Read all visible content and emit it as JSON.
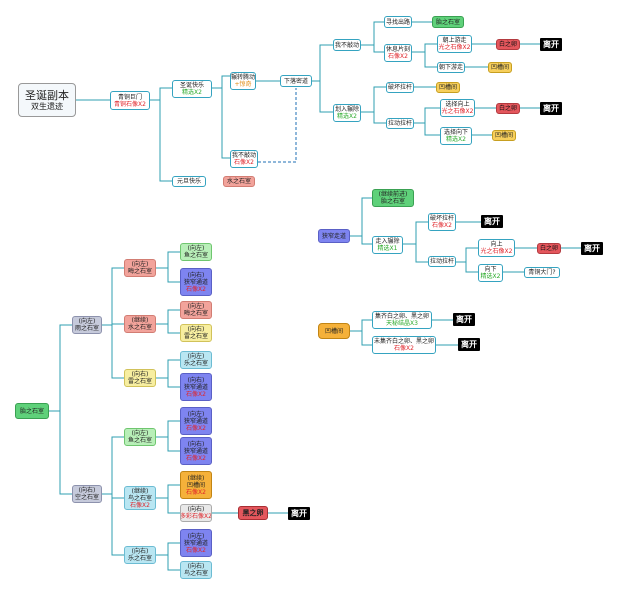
{
  "root": {
    "title": "圣诞副本",
    "subtitle": "双生遗迹"
  },
  "exit_label": "离开",
  "top": {
    "qingtong": [
      "青铜巨门",
      "青铜石像X2"
    ],
    "shengdan": [
      "圣诞快乐",
      "精选X2"
    ],
    "yuandan": "元旦快乐",
    "shui": "水之石室",
    "zhuanyi": [
      "辗转腾动",
      "+惊奇"
    ],
    "wobuaodong_low": [
      "我不敲动",
      "石像X2"
    ],
    "xialuomi": "下落密道",
    "wobuaodong": "我不敲动",
    "xunzhao": "寻找出路",
    "tai": "胎之石室",
    "xiuxi": [
      "休息片刻",
      "石像X2"
    ],
    "chaoshang": [
      "朝上游走",
      "光之石像X2"
    ],
    "chaoxia": "朝下游走",
    "baizhiluan": "白之卵",
    "aocao": "凹槽间",
    "huaru": [
      "划入辗除",
      "精选X2"
    ],
    "pohuai": "破坏拉杆",
    "ladong": "拉动拉杆",
    "xuanze_up": [
      "选择向上",
      "光之石像X2"
    ],
    "xuanze_down": [
      "选择向下",
      "精选X2"
    ]
  },
  "mid": {
    "xiazhai": "狭窄走道",
    "jixu": [
      "(继续前进)",
      "胎之石室"
    ],
    "jinru": [
      "走入辗除",
      "精选X1"
    ],
    "pohuai": [
      "破坏拉杆",
      "石像X2"
    ],
    "ladong": "拉动拉杆",
    "up": [
      "向上",
      "光之石像X2"
    ],
    "bai": "白之卵",
    "down": [
      "向下",
      "精选X2"
    ],
    "qingtong_q": "青铜大门?"
  },
  "aocao": {
    "label": "凹槽间",
    "collect": [
      "集齐白之卵、黑之卵",
      "天秘结晶X3"
    ],
    "notcollect": [
      "未集齐白之卵、黑之卵",
      "石像X2"
    ]
  },
  "bottom": {
    "tai": "胎之石室",
    "left_up": [
      "(向左)",
      "雨之石室"
    ],
    "left_down": [
      "(向右)",
      "空之石室"
    ],
    "hui": [
      "(向左)",
      "晦之石室"
    ],
    "shui": [
      "(继续)",
      "水之石室"
    ],
    "lei": [
      "(向右)",
      "雷之石室"
    ],
    "yu": [
      "(向左)",
      "鱼之石室"
    ],
    "niao": [
      "(继续)",
      "鸟之石室",
      "石像X2"
    ],
    "le": [
      "(向右)",
      "乐之石室"
    ],
    "n_yu1": [
      "(向左)",
      "鱼之石室"
    ],
    "n_xz1": [
      "(向右)",
      "狭窄通道",
      "石像X2"
    ],
    "n_hui": [
      "(向左)",
      "晦之石室"
    ],
    "n_lei": [
      "(向右)",
      "雷之石室"
    ],
    "n_le1": [
      "(向左)",
      "乐之石室"
    ],
    "n_xz2": [
      "(向右)",
      "狭窄通道",
      "石像X2"
    ],
    "n_xz3": [
      "(向左)",
      "狭窄通道",
      "石像X2"
    ],
    "n_xz4": [
      "(向右)",
      "狭窄通道",
      "石像X2"
    ],
    "n_xz5": [
      "(向左)",
      "狭窄通道",
      "石像X2"
    ],
    "n_aocao": [
      "(继续)",
      "凹槽间",
      "石像X2"
    ],
    "n_duoluo": [
      "(向右)",
      "多彩石像X2"
    ],
    "n_xz6": [
      "(向左)",
      "狭窄通道",
      "石像X2"
    ],
    "n_niao": [
      "(向右)",
      "鸟之石室"
    ],
    "hei": "黑之卵"
  }
}
